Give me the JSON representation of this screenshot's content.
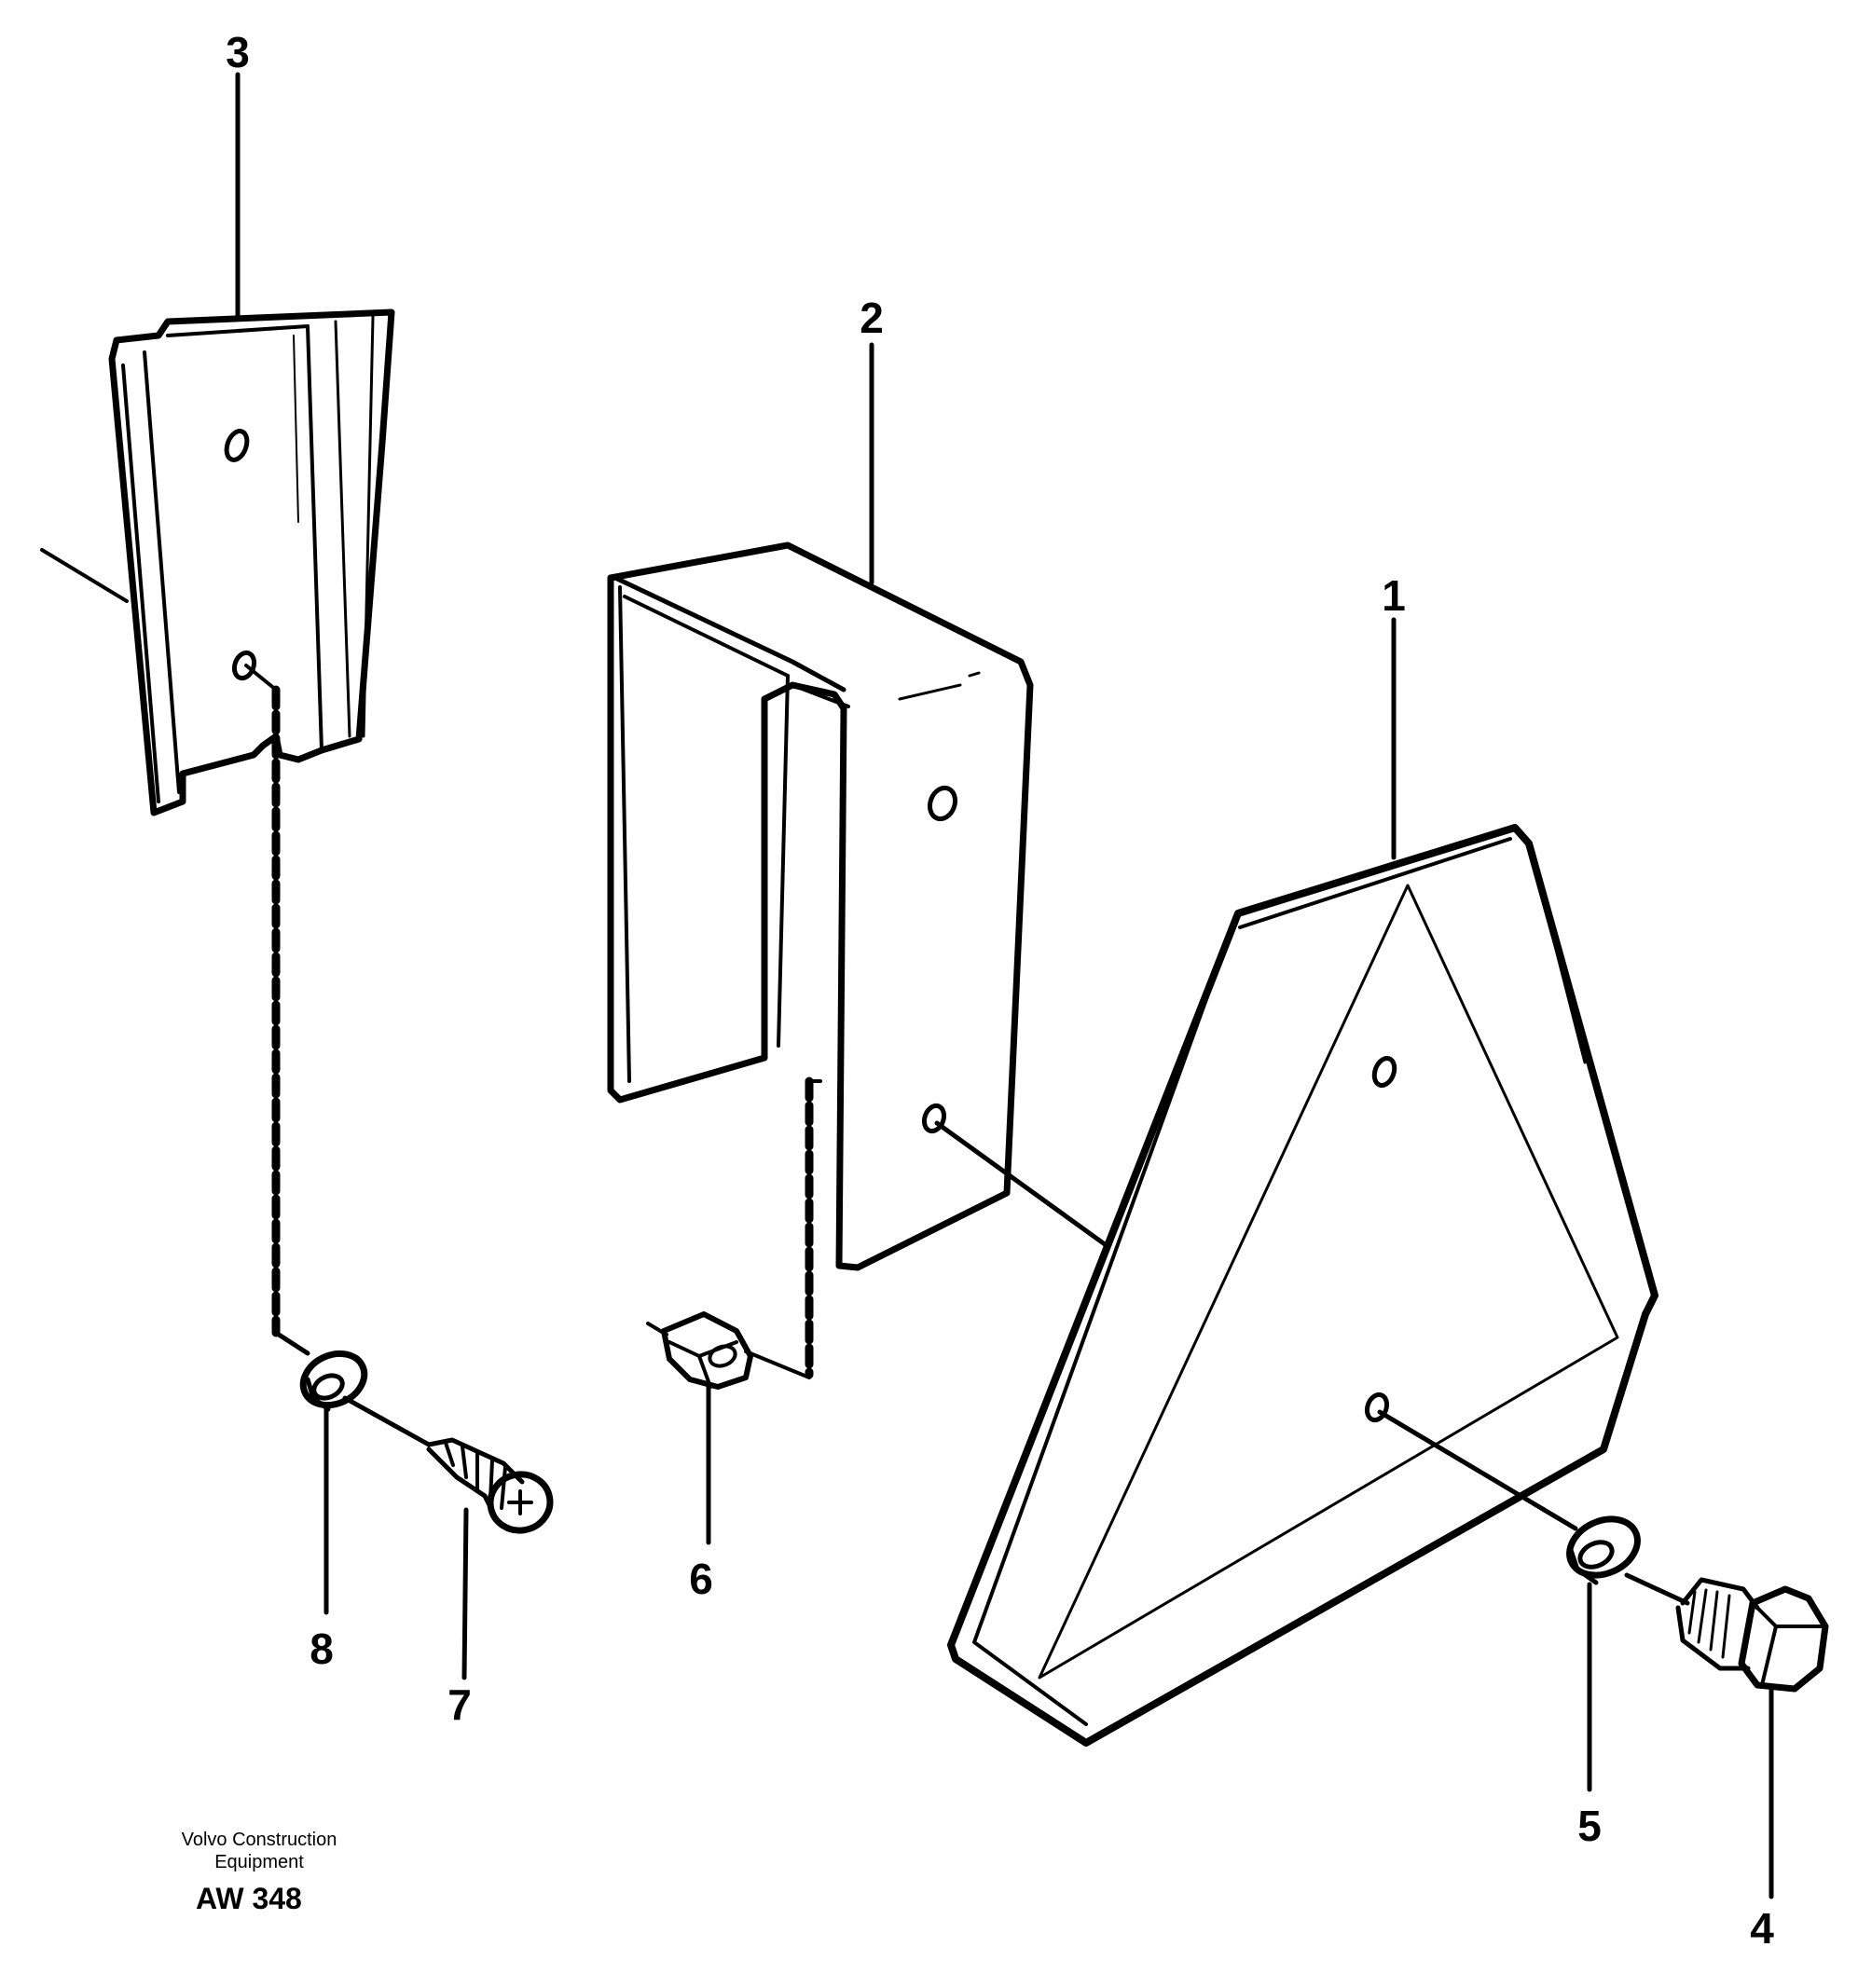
{
  "callouts": {
    "c1": "1",
    "c2": "2",
    "c3": "3",
    "c4": "4",
    "c5": "5",
    "c6": "6",
    "c7": "7",
    "c8": "8"
  },
  "caption": {
    "line1": "Volvo Construction",
    "line2": "Equipment",
    "code": "AW 348"
  }
}
